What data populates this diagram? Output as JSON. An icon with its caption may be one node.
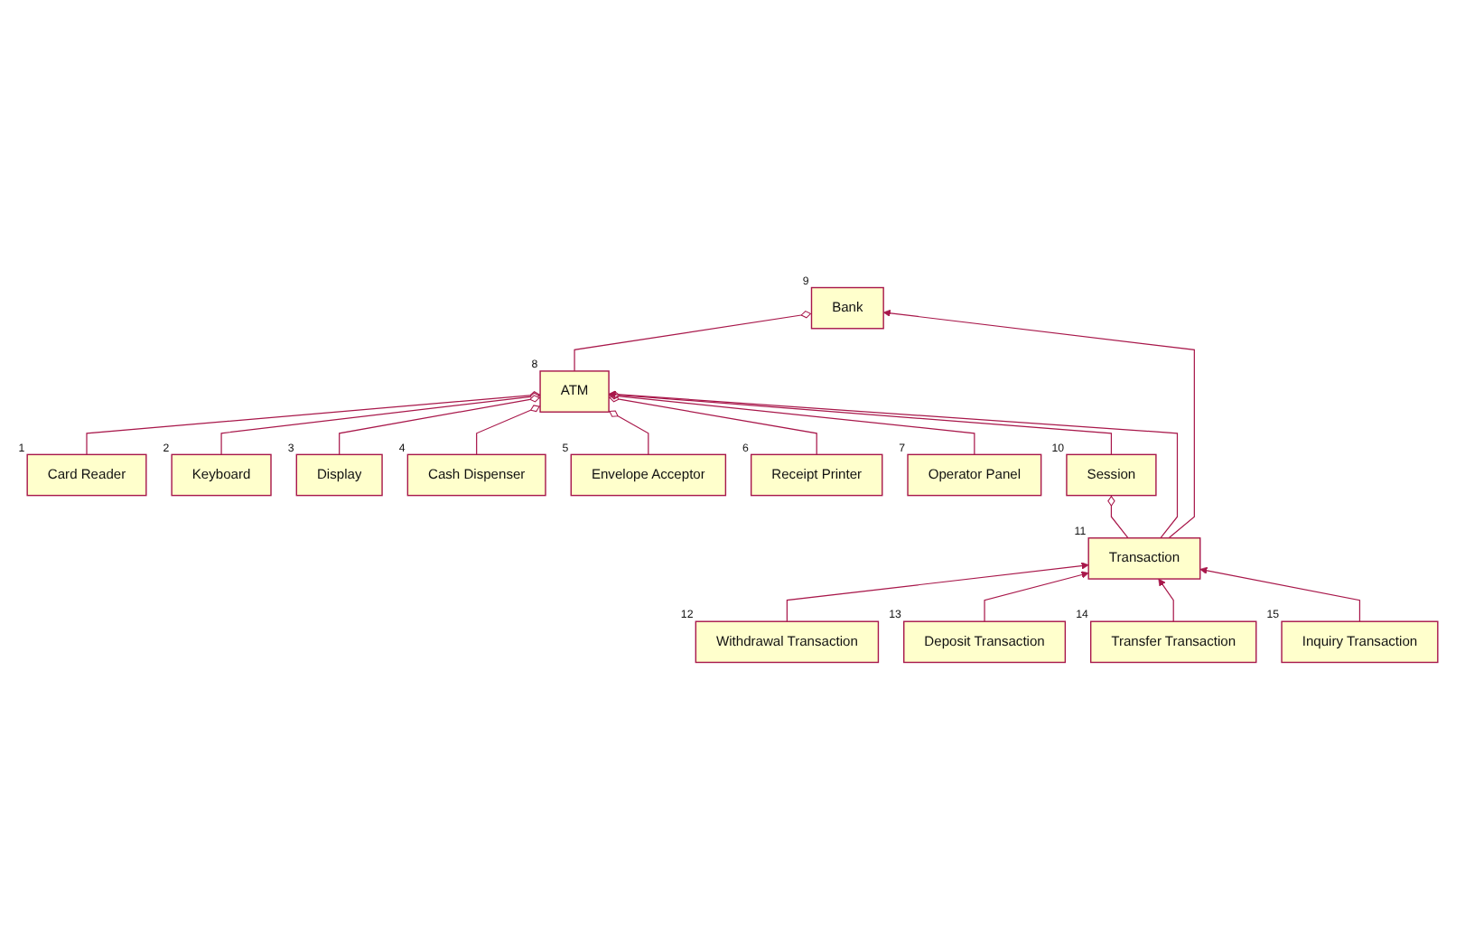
{
  "diagram": {
    "nodes": [
      {
        "text": [
          "Card Reader"
        ],
        "beside": [
          "1"
        ]
      },
      {
        "text": [
          "Keyboard"
        ],
        "beside": [
          "2"
        ]
      },
      {
        "text": [
          "Display"
        ],
        "beside": [
          "3"
        ]
      },
      {
        "text": [
          "Cash Dispenser"
        ],
        "beside": [
          "4"
        ]
      },
      {
        "text": [
          "Envelope Acceptor"
        ],
        "beside": [
          "5"
        ]
      },
      {
        "text": [
          "Receipt Printer"
        ],
        "beside": [
          "6"
        ]
      },
      {
        "text": [
          "Operator Panel"
        ],
        "beside": [
          "7"
        ]
      },
      {
        "text": [
          "ATM"
        ],
        "beside": [
          "8"
        ]
      },
      {
        "text": [
          "Bank"
        ],
        "beside": [
          "9"
        ]
      },
      {
        "text": [
          "Session"
        ],
        "beside": [
          "10"
        ]
      },
      {
        "text": [
          "Transaction"
        ],
        "beside": [
          "11"
        ]
      },
      {
        "text": [
          "Withdrawal Transaction"
        ],
        "beside": [
          "12"
        ]
      },
      {
        "text": [
          "Deposit Transaction"
        ],
        "beside": [
          "13"
        ]
      },
      {
        "text": [
          "Transfer Transaction"
        ],
        "beside": [
          "14"
        ]
      },
      {
        "text": [
          "Inquiry Transaction"
        ],
        "beside": [
          "15"
        ]
      }
    ],
    "edges": [
      {
        "from": 0,
        "to": 7,
        "arrow": "other"
      },
      {
        "from": 1,
        "to": 7,
        "arrow": "other"
      },
      {
        "from": 2,
        "to": 7,
        "arrow": "other"
      },
      {
        "from": 3,
        "to": 7,
        "arrow": "other"
      },
      {
        "from": 4,
        "to": 7,
        "arrow": "other"
      },
      {
        "from": 5,
        "to": 7,
        "arrow": "other"
      },
      {
        "from": 6,
        "to": 7,
        "arrow": "other"
      },
      {
        "from": 7,
        "to": 8,
        "arrow": "other"
      },
      {
        "from": 9,
        "to": 7,
        "arrow": "other"
      },
      {
        "from": 10,
        "to": 9,
        "arrow": "other"
      },
      {
        "from": 10,
        "to": 7,
        "arrow": "to"
      },
      {
        "from": 10,
        "to": 8,
        "arrow": "to"
      },
      {
        "from": 11,
        "to": 10,
        "arrow": "to"
      },
      {
        "from": 12,
        "to": 10,
        "arrow": "to"
      },
      {
        "from": 13,
        "to": 10,
        "arrow": "to"
      },
      {
        "from": 14,
        "to": 10,
        "arrow": "to"
      }
    ]
  }
}
